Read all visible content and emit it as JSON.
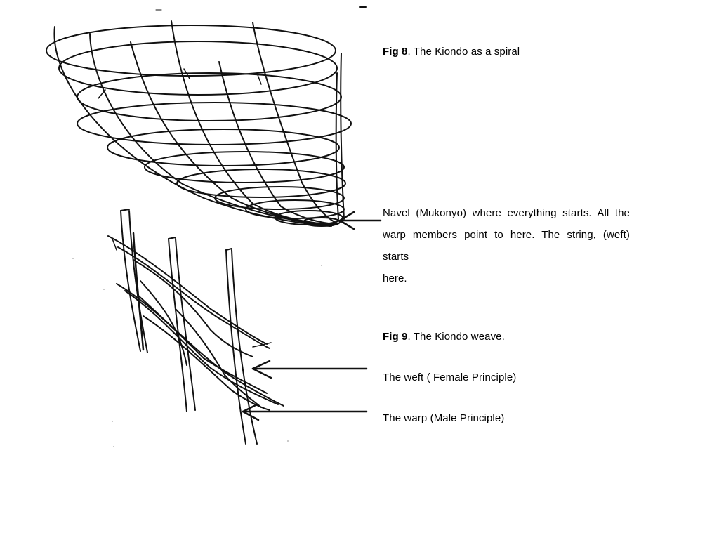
{
  "fig8": {
    "number": "Fig 8",
    "caption": ". The Kiondo as a spiral"
  },
  "navel": {
    "line1": "Navel (Mukonyo) where everything starts. All the",
    "line2": "warp members point to here. The string, (weft) starts",
    "line3": "here."
  },
  "fig9": {
    "number": "Fig 9",
    "caption": ". The Kiondo weave."
  },
  "weft_label": "The weft ( Female Principle)",
  "warp_label": "The warp (Male Principle)",
  "colors": {
    "ink": "#111111",
    "background": "#ffffff"
  }
}
